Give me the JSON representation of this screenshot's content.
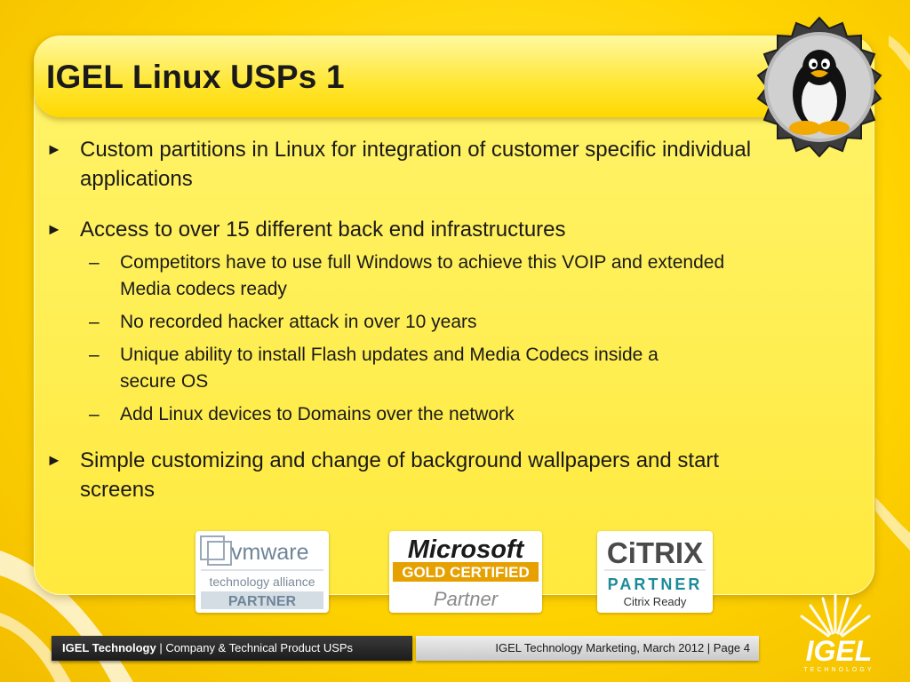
{
  "slide": {
    "title": "IGEL Linux USPs 1",
    "bullets": [
      {
        "marker": "►",
        "text": "Custom partitions in Linux for integration of customer specific individual applications"
      },
      {
        "marker": "►",
        "text": "Access to over 15 different back end infrastructures"
      },
      {
        "marker": "►",
        "text": "Simple customizing and change of background wallpapers and start screens"
      }
    ],
    "subbullets": [
      {
        "marker": "–",
        "text": "Competitors have to use full Windows to achieve this VOIP and extended Media codecs ready"
      },
      {
        "marker": "–",
        "text": "No recorded hacker attack in over 10 years"
      },
      {
        "marker": "–",
        "text": "Unique ability to install Flash updates and Media Codecs inside a secure OS"
      },
      {
        "marker": "–",
        "text": "Add Linux devices to Domains over the network"
      }
    ]
  },
  "logos": {
    "vmware": {
      "brand": "vmware",
      "line1": "technology alliance",
      "line2": "PARTNER"
    },
    "microsoft": {
      "brand": "Microsoft",
      "line1": "GOLD CERTIFIED",
      "line2": "Partner"
    },
    "citrix": {
      "brand": "CiTRIX",
      "line1": "PARTNER",
      "line2": "Citrix Ready"
    }
  },
  "footer": {
    "company": "IGEL Technology",
    "separator": " | ",
    "subtitle": "Company & Technical Product USPs",
    "right": "IGEL Technology Marketing, March 2012 | Page 4"
  },
  "brand_logo": {
    "name": "IGEL",
    "tagline": "TECHNOLOGY"
  },
  "icons": {
    "badge": "linux-penguin-icon"
  },
  "colors": {
    "background": "#ffd400",
    "panel": "#fff05a",
    "footer_dark": "#222222",
    "footer_light": "#dcdcdc"
  }
}
